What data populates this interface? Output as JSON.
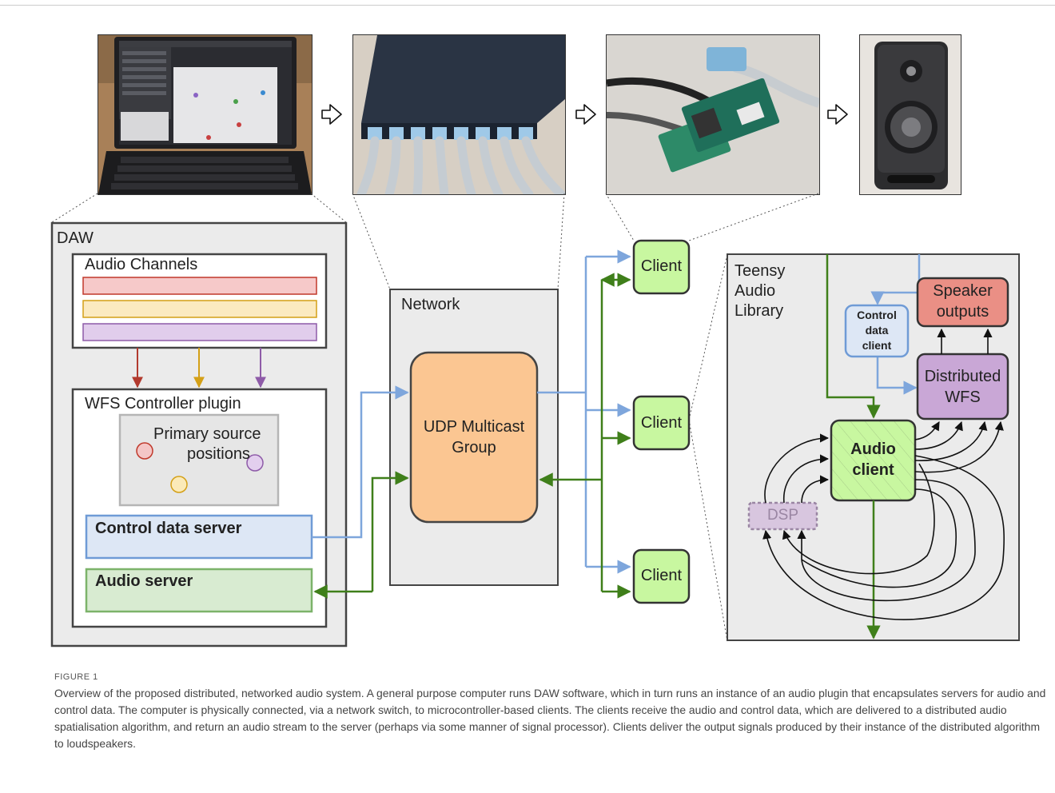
{
  "daw": {
    "title": "DAW",
    "audio_channels": "Audio Channels",
    "channel_colors": [
      "#c0392b",
      "#d4a017",
      "#8e5ba8"
    ],
    "plugin_title": "WFS Controller plugin",
    "primary_source_line1": "Primary source",
    "primary_source_line2": "positions",
    "control_server": "Control data server",
    "audio_server": "Audio server"
  },
  "network": {
    "title": "Network",
    "udp_line1": "UDP Multicast",
    "udp_line2": "Group"
  },
  "clients": [
    "Client",
    "Client",
    "Client"
  ],
  "teensy": {
    "title_line1": "Teensy",
    "title_line2": "Audio",
    "title_line3": "Library",
    "speaker_line1": "Speaker",
    "speaker_line2": "outputs",
    "control_client_line1": "Control",
    "control_client_line2": "data",
    "control_client_line3": "client",
    "wfs_line1": "Distributed",
    "wfs_line2": "WFS",
    "audio_client_line1": "Audio",
    "audio_client_line2": "client",
    "dsp": "DSP"
  },
  "colors": {
    "control_flow": "#7ea6dc",
    "audio_flow": "#3f7f1a",
    "client_fill": "#c8f7a0",
    "udp_fill": "#fbc692",
    "speaker_fill": "#ea8f85",
    "wfs_fill": "#c9a7d6"
  },
  "figure_label": "FIGURE 1",
  "caption": "Overview of the proposed distributed, networked audio system. A general purpose computer runs DAW software, which in turn runs an instance of an audio plugin that encapsulates servers for audio and control data. The computer is physically connected, via a network switch, to microcontroller-based clients. The clients receive the audio and control data, which are delivered to a distributed audio spatialisation algorithm, and return an audio stream to the server (perhaps via some manner of signal processor). Clients deliver the output signals produced by their instance of the distributed algorithm to loudspeakers."
}
